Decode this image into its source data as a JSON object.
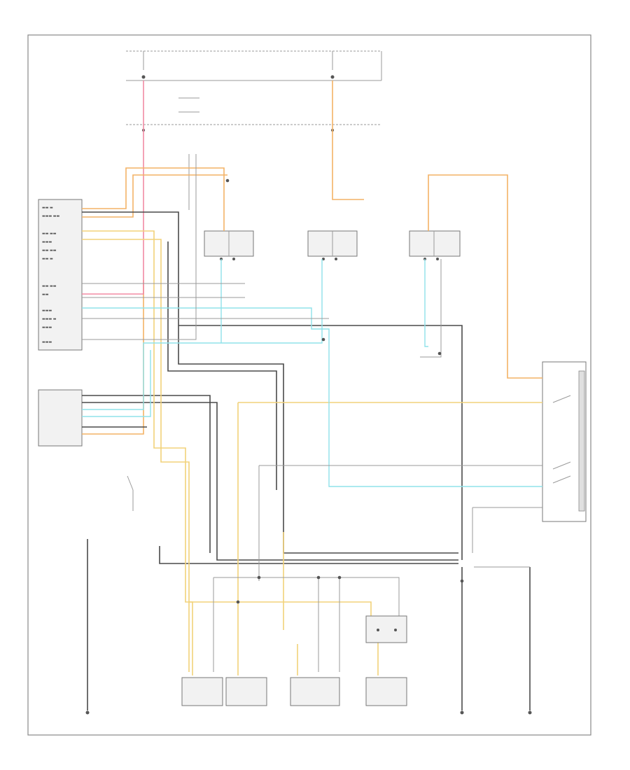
{
  "diagram": {
    "page_code": "",
    "colors": {
      "frame": "#888888",
      "black_wire": "#4a4a4a",
      "gray_wire": "#9a9a9a",
      "orange_wire": "#f4b266",
      "yellow_wire": "#f2d27a",
      "cyan_wire": "#8fe2ea",
      "pink_wire": "#f28aa4",
      "box_fill": "#f2f2f2"
    },
    "components": [
      {
        "id": "module-main"
      },
      {
        "id": "module-lower"
      },
      {
        "id": "switch-assembly-right"
      },
      {
        "id": "actuator-left-front"
      },
      {
        "id": "actuator-right-front"
      },
      {
        "id": "actuator-right-rear"
      },
      {
        "id": "motor-left-front"
      },
      {
        "id": "motor-right-front"
      },
      {
        "id": "motor-rear-left"
      },
      {
        "id": "motor-rear-right"
      },
      {
        "id": "relay-lower"
      }
    ],
    "grounds": [
      {
        "id": "ground-left"
      },
      {
        "id": "ground-center-right"
      },
      {
        "id": "ground-right"
      }
    ]
  }
}
